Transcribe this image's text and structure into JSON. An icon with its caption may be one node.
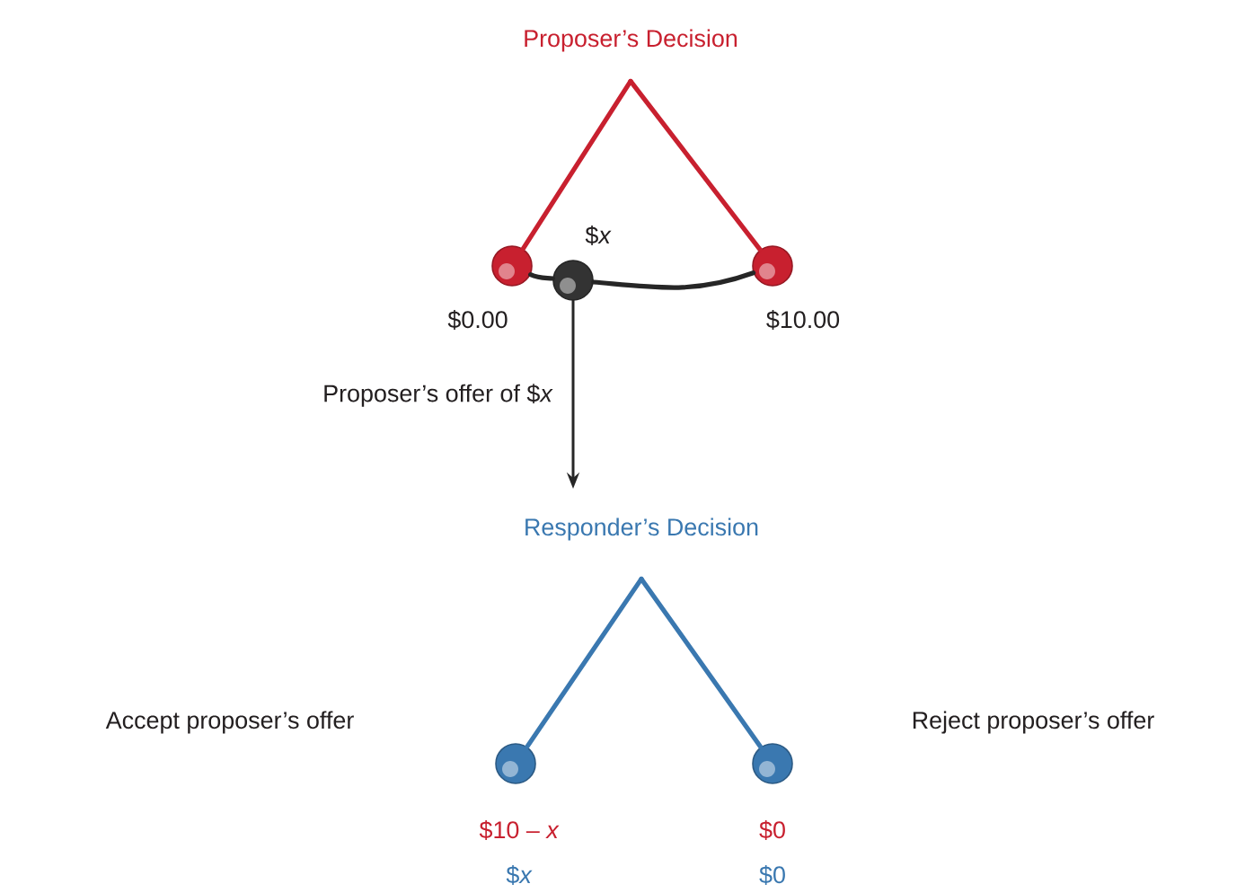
{
  "diagram": {
    "nodes": [
      {
        "text": [
          "Proposer’s Decision"
        ]
      },
      {
        "text": [],
        "shape": "circle",
        "beside": [
          "$0.00"
        ]
      },
      {
        "text": [],
        "shape": "circle",
        "beside": [
          "$10.00"
        ]
      },
      {
        "text": [],
        "shape": "circle",
        "beside": [
          "$*x*"
        ]
      },
      {
        "text": [
          "Responder’s Decision"
        ]
      },
      {
        "text": [],
        "shape": "circle",
        "beside": [
          "$10 – *x*",
          "$*x*"
        ]
      },
      {
        "text": [],
        "shape": "circle",
        "beside": [
          "$0",
          "$0"
        ]
      }
    ],
    "edges": [
      {
        "from": 0,
        "to": 1,
        "arrow": "none",
        "color": "#c8202f"
      },
      {
        "from": 0,
        "to": 2,
        "arrow": "none",
        "color": "#c8202f"
      },
      {
        "from": 1,
        "to": 3,
        "arrow": "none"
      },
      {
        "from": 3,
        "to": 2,
        "arrow": "none"
      },
      {
        "from": 3,
        "to": 4,
        "arrow": "to",
        "label": "Proposer’s offer of $*x*"
      },
      {
        "from": 4,
        "to": 5,
        "arrow": "none",
        "color": "#3a78b0"
      },
      {
        "from": 4,
        "to": 6,
        "arrow": "none",
        "color": "#3a78b0"
      }
    ],
    "labels": [
      "Accept proposer’s offer",
      "Reject proposer’s offer"
    ]
  }
}
